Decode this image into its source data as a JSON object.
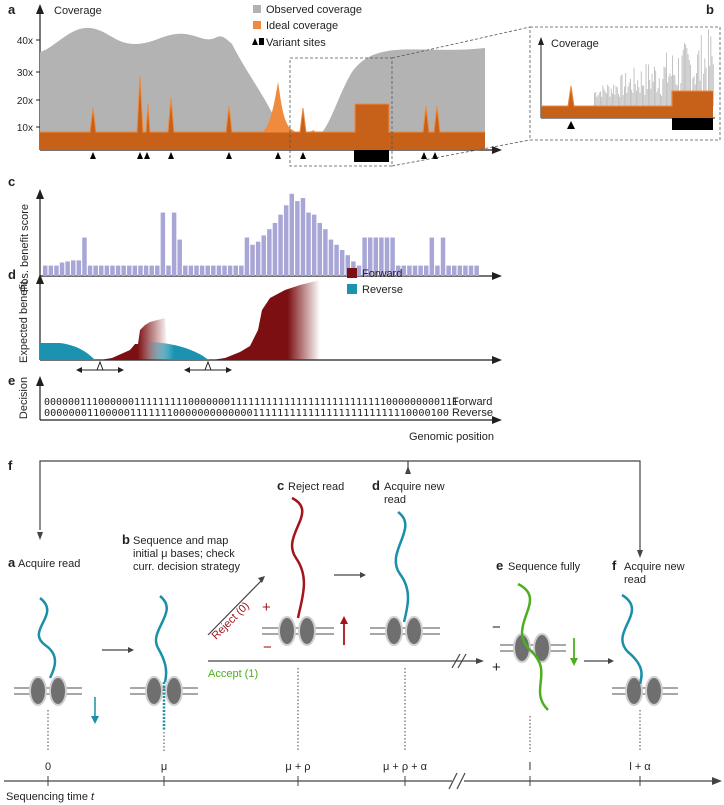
{
  "panels": {
    "a": "a",
    "b": "b",
    "c": "c",
    "d": "d",
    "e": "e",
    "f": "f"
  },
  "coverage": {
    "ylabel": "Coverage",
    "ticks": [
      "40x",
      "30x",
      "20x",
      "10x"
    ],
    "legend": {
      "observed": "Observed coverage",
      "ideal": "Ideal coverage",
      "variant": "Variant sites"
    },
    "colors": {
      "observed": "#b3b3b3",
      "ideal_fill": "#c7611a",
      "ideal_light": "#f08a3c",
      "variant": "#000000"
    }
  },
  "zoom": {
    "ylabel": "Coverage"
  },
  "benefit": {
    "ylabel": "Pos. benefit score",
    "color": "#a8a6d6",
    "values": [
      1,
      1,
      1,
      1.3,
      1.4,
      1.5,
      1.5,
      3.7,
      1,
      1,
      1,
      1,
      1,
      1,
      1,
      1,
      1,
      1,
      1,
      1,
      1,
      6.1,
      1,
      6.1,
      3.5,
      1,
      1,
      1,
      1,
      1,
      1,
      1,
      1,
      1,
      1,
      1,
      3.7,
      3,
      3.3,
      3.9,
      4.5,
      5.1,
      5.9,
      6.8,
      7.9,
      7.2,
      7.5,
      6.1,
      5.9,
      5.1,
      4.5,
      3.5,
      3,
      2.5,
      2,
      1.4,
      1,
      3.7,
      3.7,
      3.7,
      3.7,
      3.7,
      3.7,
      1,
      1,
      1,
      1,
      1,
      1,
      3.7,
      1,
      3.7,
      1,
      1,
      1,
      1,
      1,
      1
    ]
  },
  "expected": {
    "ylabel": "Expected benefit",
    "legend": {
      "forward": "Forward",
      "reverse": "Reverse"
    },
    "colors": {
      "forward": "#7b0f12",
      "reverse": "#1a92b0"
    }
  },
  "decision": {
    "ylabel": "Decision",
    "forward_bits": "000000111000000111111111000000011111111111111111111111111000000000111",
    "reverse_bits": "000000011000001111111000000000000011111111111111111111111110000100",
    "forward_label": "Forward",
    "reverse_label": "Reverse",
    "xlabel": "Genomic position"
  },
  "process": {
    "a_label": "Acquire read",
    "b_label_1": "Sequence and map",
    "b_label_2": "initial μ bases; check",
    "b_label_3": "curr. decision strategy",
    "c_label": "Reject read",
    "d_label_1": "Acquire new",
    "d_label_2": "read",
    "e_label": "Sequence fully",
    "f_label_1": "Acquire new",
    "f_label_2": "read",
    "reject": "Reject (0)",
    "accept": "Accept (1)",
    "plus": "+",
    "minus": "−",
    "colors": {
      "read": "#1a8fa8",
      "reject": "#a3151c",
      "accept": "#4caf1f",
      "pore": "#6f6f6f"
    }
  },
  "timeline": {
    "axis_label": "Sequencing time",
    "axis_var": "t",
    "ticks": [
      "0",
      "μ",
      "μ + ρ",
      "μ + ρ + α",
      "l",
      "l + α"
    ]
  }
}
